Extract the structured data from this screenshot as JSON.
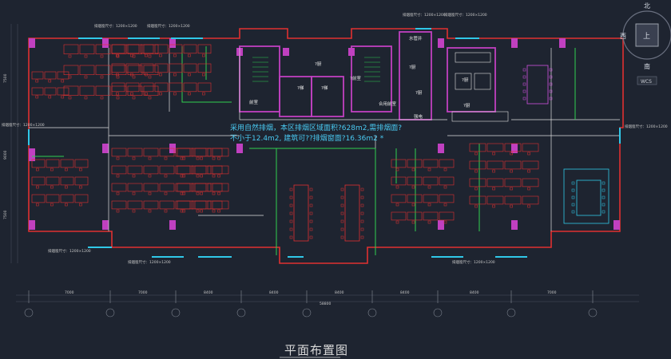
{
  "drawing": {
    "title": "平面布置图",
    "note_line1": "采用自然排烟，本区排烟区域面积?628m2,需排烟面?",
    "note_line2": "不小于12.4m2,  建筑可??排烟窗面?16.36m2 *",
    "room_labels": [
      "前室",
      "合用前室",
      "?厨",
      "?梯",
      "?梯",
      "?前室",
      "水管井",
      "?厨",
      "强电",
      "?厨",
      "?厨",
      "?厨"
    ],
    "dimensions": {
      "bottom_segments": [
        "7000",
        "7000",
        "8400",
        "8400",
        "8400",
        "8400",
        "8400",
        "7000"
      ],
      "bottom_total": "58800",
      "left_segments": [
        "7500",
        "9000",
        "7500"
      ]
    },
    "window_tags": [
      "排烟窗尺寸：1200×1200",
      "排烟窗尺寸：1200×1200",
      "排烟窗尺寸：1200×1200",
      "排烟窗尺寸：1200×1200",
      "排烟窗尺寸：1200×1200",
      "排烟窗尺寸：1200×1200",
      "排烟窗尺寸：1200×1200",
      "排烟窗尺寸：1200×1200",
      "排烟窗尺寸：1200×1200"
    ]
  },
  "viewcube": {
    "north": "北",
    "west": "西",
    "south": "南",
    "top": "上",
    "wcs": "WCS"
  }
}
